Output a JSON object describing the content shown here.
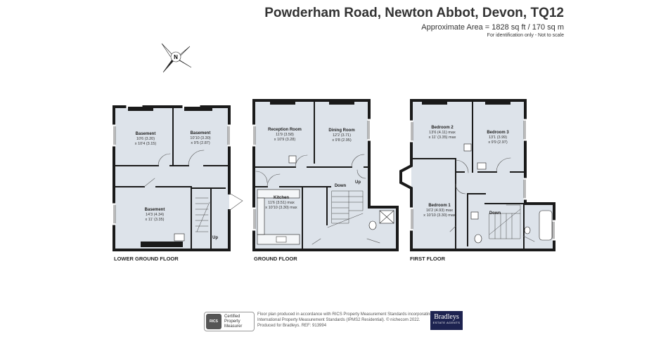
{
  "header": {
    "title": "Powderham Road, Newton Abbot, Devon, TQ12",
    "area": "Approximate Area = 1828 sq ft / 170 sq m",
    "note": "For identification only - Not to scale"
  },
  "compass": {
    "letter": "N"
  },
  "floors": {
    "lower": {
      "label": "LOWER GROUND FLOOR",
      "rooms": [
        {
          "name": "Basement",
          "dim1": "10'6 (3.20)",
          "dim2": "x 10'4 (3.15)"
        },
        {
          "name": "Basement",
          "dim1": "10'10 (3.30)",
          "dim2": "x 9'5 (2.87)"
        },
        {
          "name": "Basement",
          "dim1": "14'3 (4.34)",
          "dim2": "x 11' (3.35)"
        }
      ],
      "stair_label": "Up"
    },
    "ground": {
      "label": "GROUND FLOOR",
      "rooms": [
        {
          "name": "Reception Room",
          "dim1": "11'9 (3.58)",
          "dim2": "x 10'9 (3.28)"
        },
        {
          "name": "Dining Room",
          "dim1": "12'2 (3.71)",
          "dim2": "x 9'8 (2.95)"
        },
        {
          "name": "Kitchen",
          "dim1": "11'6 (3.51) max",
          "dim2": "x 10'10 (3.30) max"
        }
      ],
      "down_label": "Down",
      "up_label": "Up"
    },
    "first": {
      "label": "FIRST FLOOR",
      "rooms": [
        {
          "name": "Bedroom 2",
          "dim1": "13'6 (4.11) max",
          "dim2": "x 11' (3.35) max"
        },
        {
          "name": "Bedroom 3",
          "dim1": "13'1 (3.99)",
          "dim2": "x 9'9 (2.97)"
        },
        {
          "name": "Bedroom 1",
          "dim1": "16'2 (4.93) max",
          "dim2": "x 10'10 (3.30) max"
        }
      ],
      "down_label": "Down"
    }
  },
  "footer": {
    "rics_logo": "RICS",
    "rics_line1": "Certified",
    "rics_line2": "Property",
    "rics_line3": "Measurer",
    "text_line1": "Floor plan produced in accordance with RICS Property Measurement Standards incorporating",
    "text_line2": "International Property Measurement Standards (IPMS2 Residential).  © nichecom 2022.",
    "text_line3": "Produced for Bradleys.   REF: 913994",
    "brand_name": "Bradleys",
    "brand_sub": "ESTATE AGENTS"
  },
  "colors": {
    "wall": "#1a1a1a",
    "floor": "#dde3ea",
    "brand": "#1d2350"
  }
}
